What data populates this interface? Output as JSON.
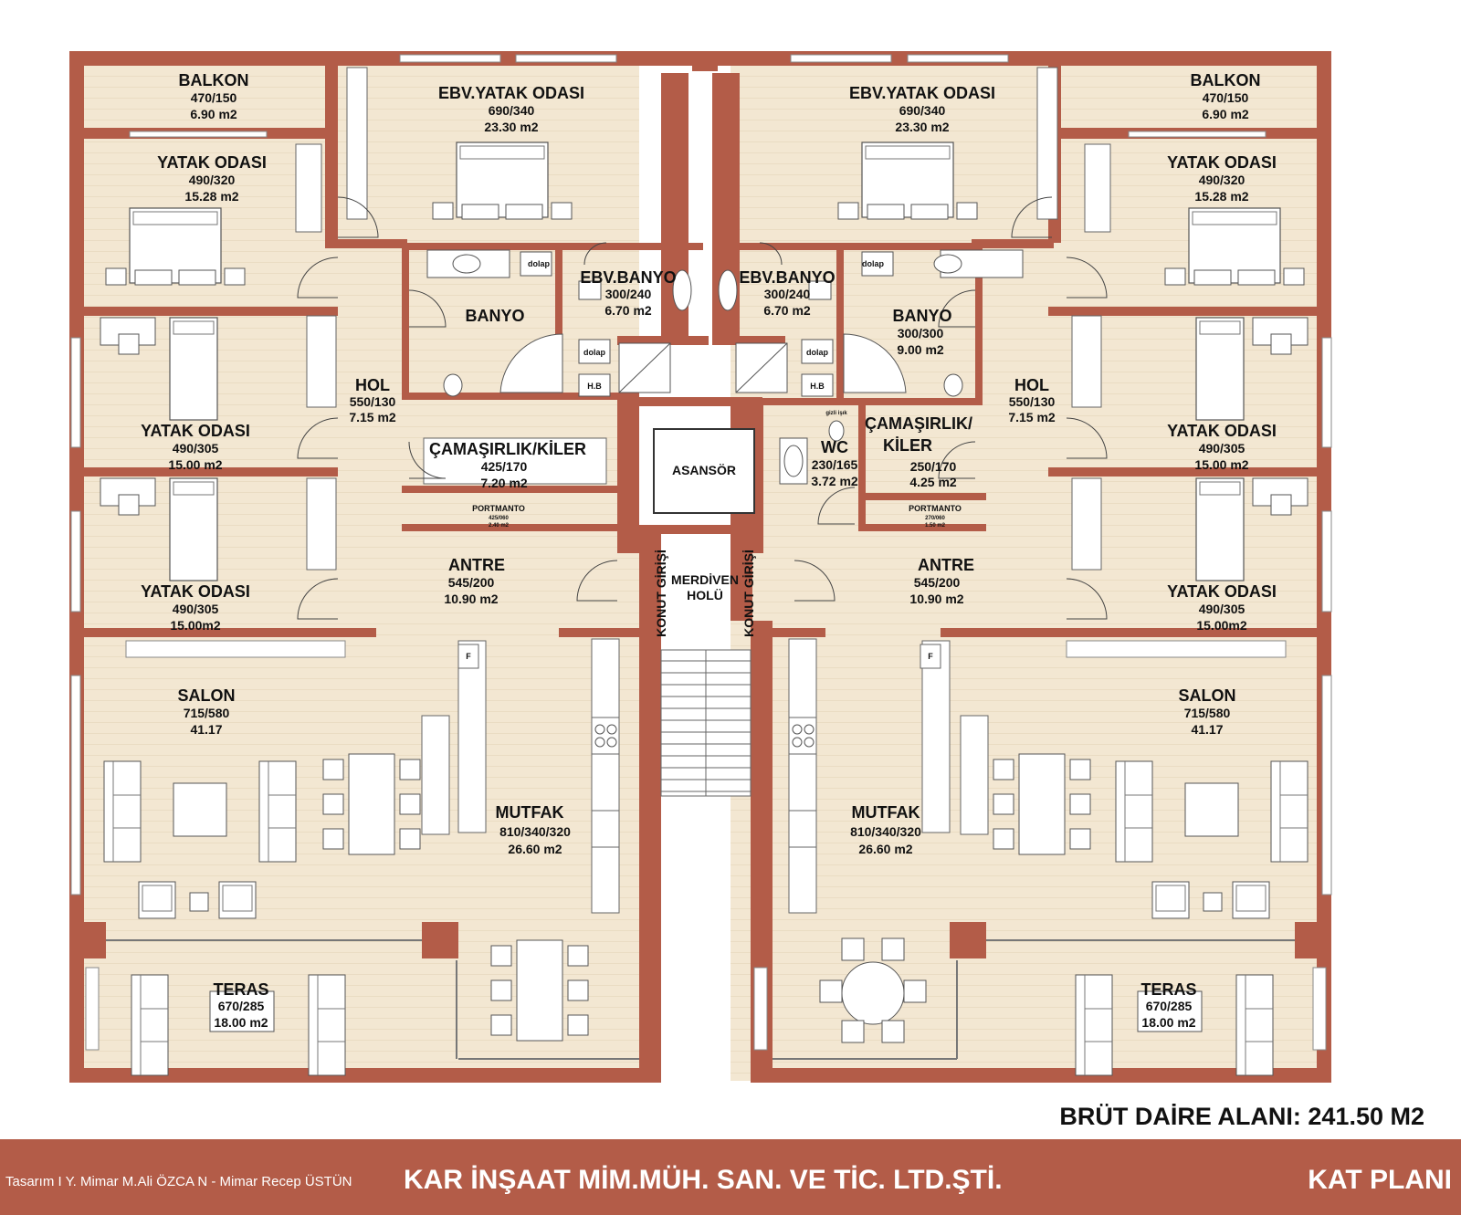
{
  "rooms": {
    "balkon_l": {
      "name": "BALKON",
      "dims": "470/150",
      "area": "6.90 m2"
    },
    "balkon_r": {
      "name": "BALKON",
      "dims": "470/150",
      "area": "6.90 m2"
    },
    "ebv_yatak_l": {
      "name": "EBV.YATAK ODASI",
      "dims": "690/340",
      "area": "23.30 m2"
    },
    "ebv_yatak_r": {
      "name": "EBV.YATAK ODASI",
      "dims": "690/340",
      "area": "23.30 m2"
    },
    "yatak1_l": {
      "name": "YATAK ODASI",
      "dims": "490/320",
      "area": "15.28 m2"
    },
    "yatak1_r": {
      "name": "YATAK ODASI",
      "dims": "490/320",
      "area": "15.28 m2"
    },
    "ebv_banyo_l": {
      "name": "EBV.BANYO",
      "dims": "300/240",
      "area": "6.70 m2"
    },
    "ebv_banyo_r": {
      "name": "EBV.BANYO",
      "dims": "300/240",
      "area": "6.70 m2"
    },
    "banyo_l": {
      "name": "BANYO"
    },
    "banyo_r": {
      "name": "BANYO",
      "dims": "300/300",
      "area": "9.00 m2"
    },
    "hol_l": {
      "name": "HOL",
      "dims": "550/130",
      "area": "7.15 m2"
    },
    "hol_r": {
      "name": "HOL",
      "dims": "550/130",
      "area": "7.15 m2"
    },
    "yatak2_l": {
      "name": "YATAK ODASI",
      "dims": "490/305",
      "area": "15.00 m2"
    },
    "yatak2_r": {
      "name": "YATAK ODASI",
      "dims": "490/305",
      "area": "15.00 m2"
    },
    "yatak3_l": {
      "name": "YATAK ODASI",
      "dims": "490/305",
      "area": "15.00m2"
    },
    "yatak3_r": {
      "name": "YATAK ODASI",
      "dims": "490/305",
      "area": "15.00m2"
    },
    "camasirlik_l": {
      "name": "ÇAMAŞIRLIK/KİLER",
      "dims": "425/170",
      "area": "7.20 m2"
    },
    "camasirlik_r": {
      "name1": "ÇAMAŞIRLIK/",
      "name2": "KİLER",
      "dims": "250/170",
      "area": "4.25 m2"
    },
    "portmanto_l": {
      "name": "PORTMANTO",
      "dims": "425/060",
      "area": "2.40 m2"
    },
    "portmanto_r": {
      "name": "PORTMANTO",
      "dims": "270/060",
      "area": "1.50 m2"
    },
    "asansor": {
      "name": "ASANSÖR"
    },
    "wc": {
      "name": "WC",
      "dims": "230/165",
      "area": "3.72 m2",
      "note": "gizli işık"
    },
    "antre_l": {
      "name": "ANTRE",
      "dims": "545/200",
      "area": "10.90 m2"
    },
    "antre_r": {
      "name": "ANTRE",
      "dims": "545/200",
      "area": "10.90 m2"
    },
    "merdiven": {
      "line1": "MERDİVEN",
      "line2": "HOLÜ"
    },
    "konut_girisi": "KONUT GİRİŞİ",
    "salon_l": {
      "name": "SALON",
      "dims": "715/580",
      "area": "41.17"
    },
    "salon_r": {
      "name": "SALON",
      "dims": "715/580",
      "area": "41.17"
    },
    "mutfak_l": {
      "name": "MUTFAK",
      "dims": "810/340/320",
      "area": "26.60 m2"
    },
    "mutfak_r": {
      "name": "MUTFAK",
      "dims": "810/340/320",
      "area": "26.60 m2"
    },
    "teras_l": {
      "name": "TERAS",
      "dims": "670/285",
      "area": "18.00 m2"
    },
    "teras_r": {
      "name": "TERAS",
      "dims": "670/285",
      "area": "18.00 m2"
    }
  },
  "fixtures": {
    "dolap": "dolap",
    "hb": "H.B",
    "f": "F"
  },
  "summary": {
    "total": "BRÜT DAİRE ALANI: 241.50 M2"
  },
  "footer": {
    "design": "Tasarım I Y. Mimar M.Ali ÖZCA N - Mimar Recep ÜSTÜN",
    "company": "KAR İNŞAAT MİM.MÜH. SAN. VE TİC. LTD.ŞTİ.",
    "title": "KAT PLANI"
  },
  "colors": {
    "wall": "#b35c48",
    "floor": "#f3e7d2",
    "footer": "#b35c48"
  }
}
